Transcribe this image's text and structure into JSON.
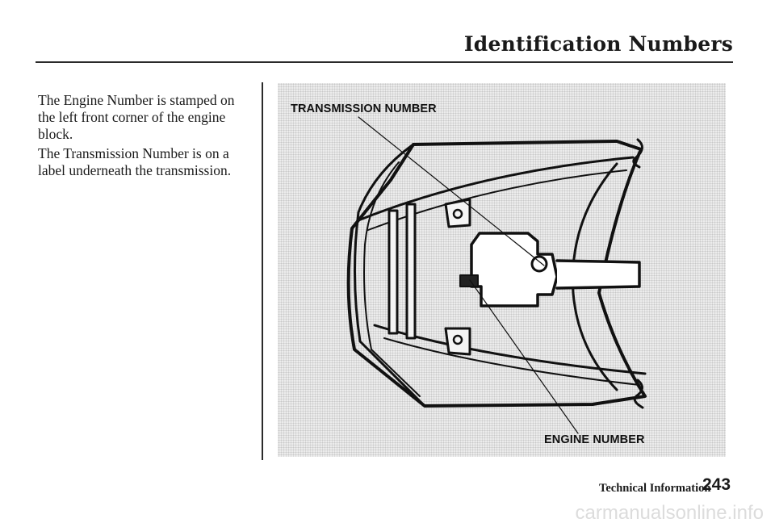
{
  "header": {
    "section_title": "Identification Numbers"
  },
  "body": {
    "paragraphs": [
      "The Engine Number is stamped on the left front corner of the engine block.",
      "The Transmission Number is on a label underneath the transmission."
    ]
  },
  "figure": {
    "callouts": {
      "transmission": "TRANSMISSION NUMBER",
      "engine": "ENGINE NUMBER"
    }
  },
  "footer": {
    "section": "Technical Information",
    "page_number": "243"
  },
  "watermark": "carmanualsonline.info"
}
